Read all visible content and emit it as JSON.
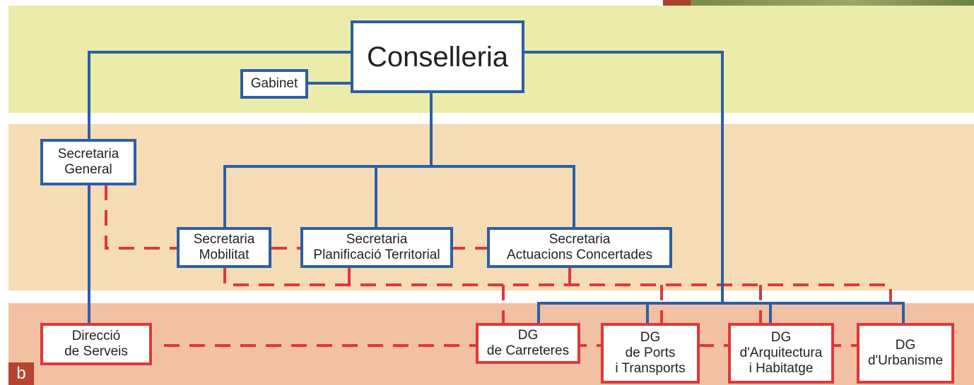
{
  "colors": {
    "solid_line": "#2a5fa8",
    "dashed_line": "#e0373a",
    "band_top": "#ebebaa",
    "band_mid": "#f6dcb4",
    "band_bot": "#f2c0a2"
  },
  "nodes": {
    "conselleria": "Conselleria",
    "gabinet": "Gabinet",
    "secretaria_general": "Secretaria\nGeneral",
    "secretaria_mobilitat": "Secretaria\nMobilitat",
    "secretaria_planificacio": "Secretaria\nPlanificació Territorial",
    "secretaria_actuacions": "Secretaria\nActuacions Concertades",
    "direccio_serveis": "Direcció\nde Serveis",
    "dg_carreteres": "DG\nde Carreteres",
    "dg_ports": "DG\nde Ports\ni Transports",
    "dg_arquitectura": "DG\nd'Arquitectura\ni Habitatge",
    "dg_urbanisme": "DG\nd'Urbanisme"
  },
  "panel_letter": "b"
}
